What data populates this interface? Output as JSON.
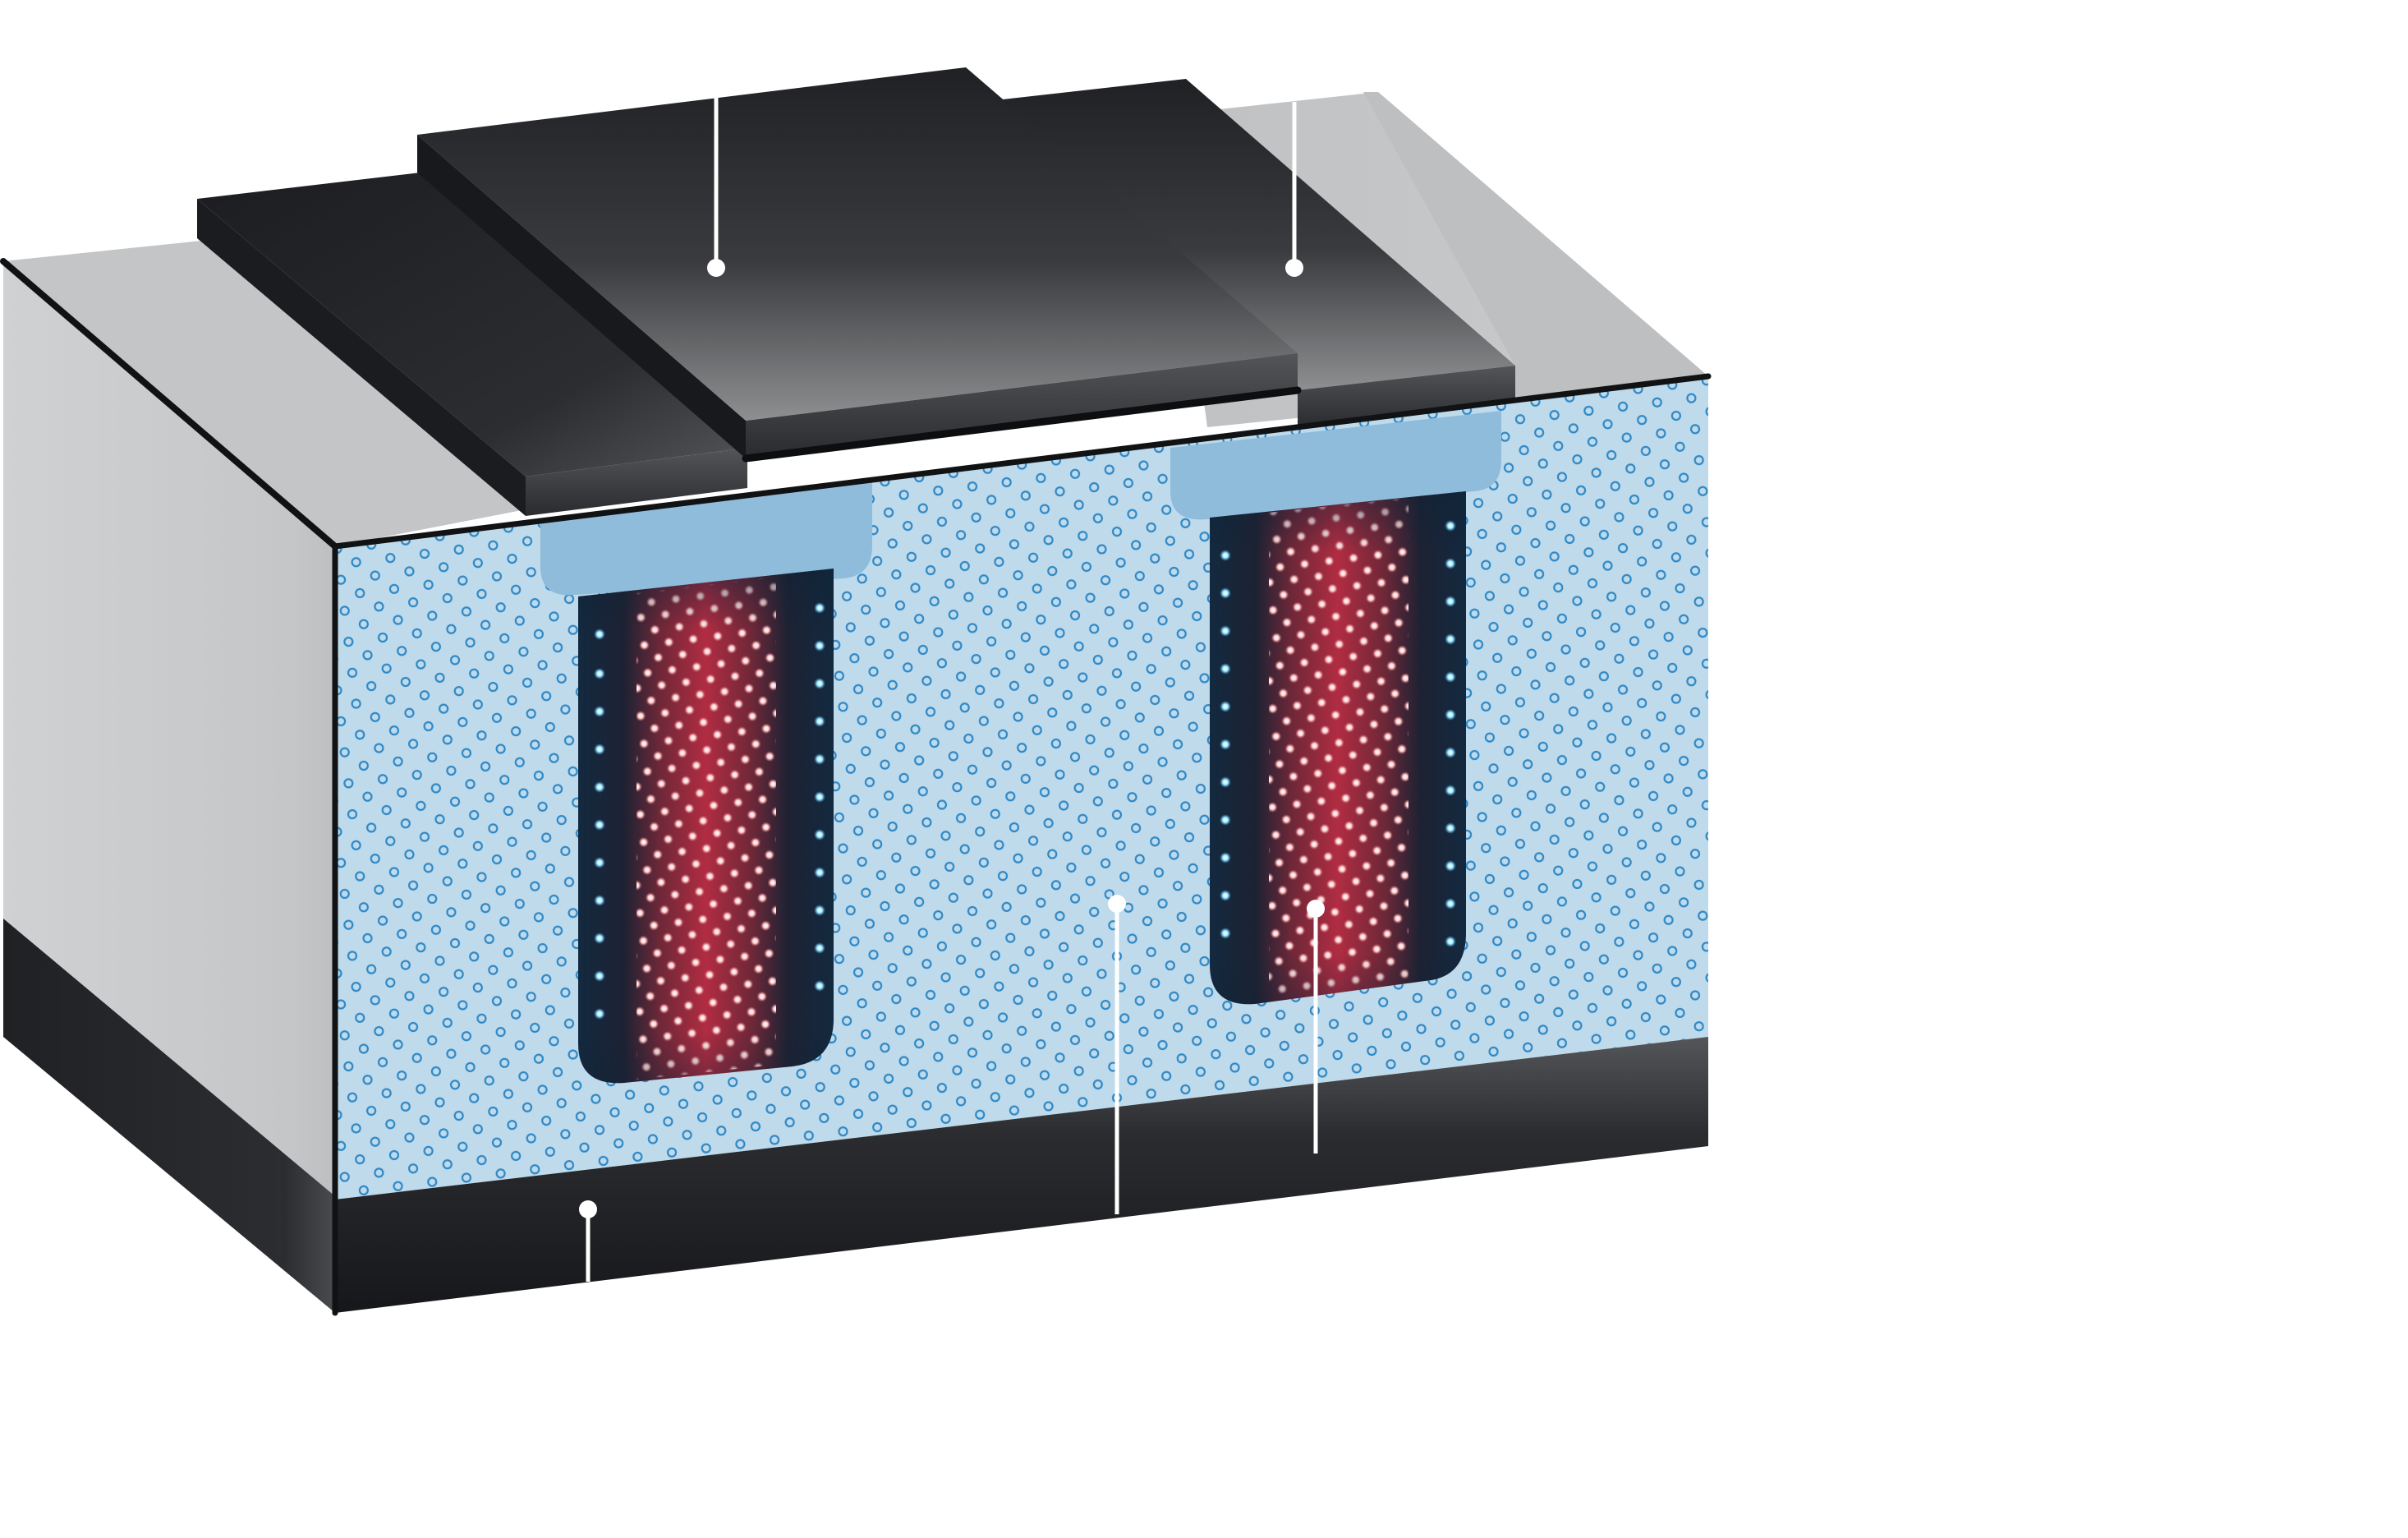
{
  "title": "",
  "colors": {
    "background": "#ffffff",
    "casing_grey": "#c5c7c9",
    "casing_grey_dark": "#a9abad",
    "metal_dark": "#1e1e20",
    "substrate_light_blue": "#bedaeb",
    "region_blue": "#8fbcdb",
    "trench_dark": "#0f2236",
    "core_red": "#a5273a",
    "dot_blue_stroke": "#2f88c6",
    "dot_cyan": "#8fe6ff",
    "dot_pink": "#ffc4c4",
    "leader_white": "#ffffff"
  },
  "callouts": [
    {
      "id": "top-left-contact",
      "text": ""
    },
    {
      "id": "top-right-contact",
      "text": ""
    },
    {
      "id": "side-label",
      "text": ""
    },
    {
      "id": "bottom-contact",
      "text": ""
    },
    {
      "id": "substrate",
      "text": ""
    },
    {
      "id": "pillar",
      "text": ""
    }
  ],
  "icons": {
    "leader_endpoint": "circle-dot"
  }
}
